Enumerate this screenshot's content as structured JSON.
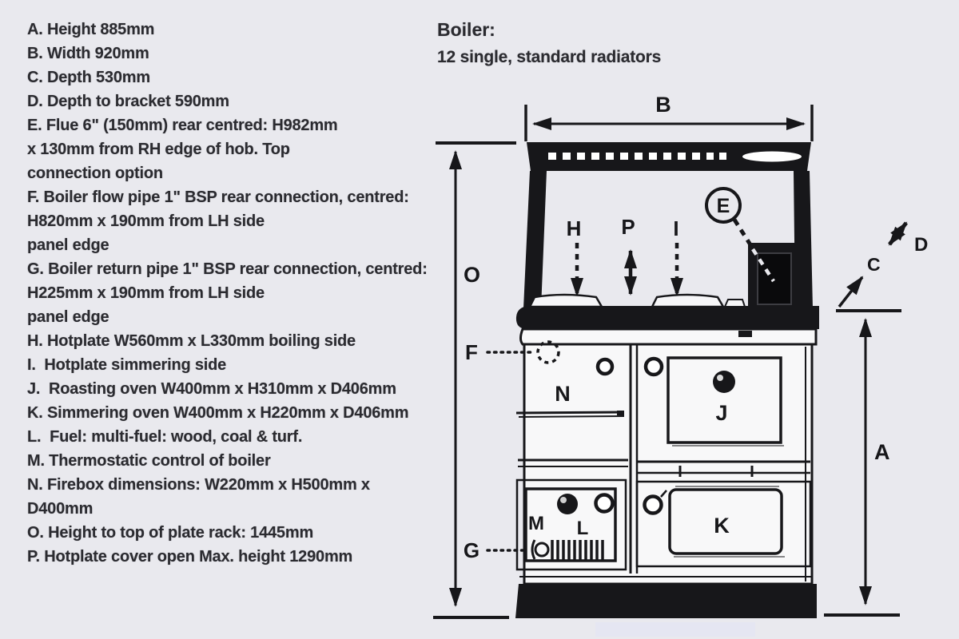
{
  "specs": {
    "lines": [
      "A. Height 885mm",
      "B. Width 920mm",
      "C. Depth 530mm",
      "D. Depth to bracket 590mm",
      "E. Flue 6\" (150mm) rear centred: H982mm",
      "x 130mm from RH edge of hob. Top",
      "connection option",
      "F. Boiler flow pipe 1\" BSP rear connection, centred:",
      "H820mm x 190mm from LH side",
      "panel edge",
      "G. Boiler return pipe 1\" BSP rear connection, centred:",
      "H225mm x 190mm from LH side",
      "panel edge",
      "H. Hotplate W560mm x L330mm boiling side",
      "I.  Hotplate simmering side",
      "J.  Roasting oven W400mm x H310mm x D406mm",
      "K. Simmering oven W400mm x H220mm x D406mm",
      "L.  Fuel: multi-fuel: wood, coal & turf.",
      "M. Thermostatic control of boiler",
      "N. Firebox dimensions: W220mm x H500mm x",
      "D400mm",
      "O. Height to top of plate rack: 1445mm",
      "P. Hotplate cover open Max. height 1290mm"
    ]
  },
  "boiler": {
    "heading": "Boiler:",
    "detail": "12 single, standard radiators"
  },
  "diagram": {
    "labels": {
      "A": "A",
      "B": "B",
      "C": "C",
      "D": "D",
      "E": "E",
      "F": "F",
      "G": "G",
      "H": "H",
      "I": "I",
      "J": "J",
      "K": "K",
      "L": "L",
      "M": "M",
      "N": "N",
      "O": "O",
      "P": "P"
    }
  },
  "colors": {
    "ink": "#17171a",
    "background": "#e9e9ee"
  }
}
